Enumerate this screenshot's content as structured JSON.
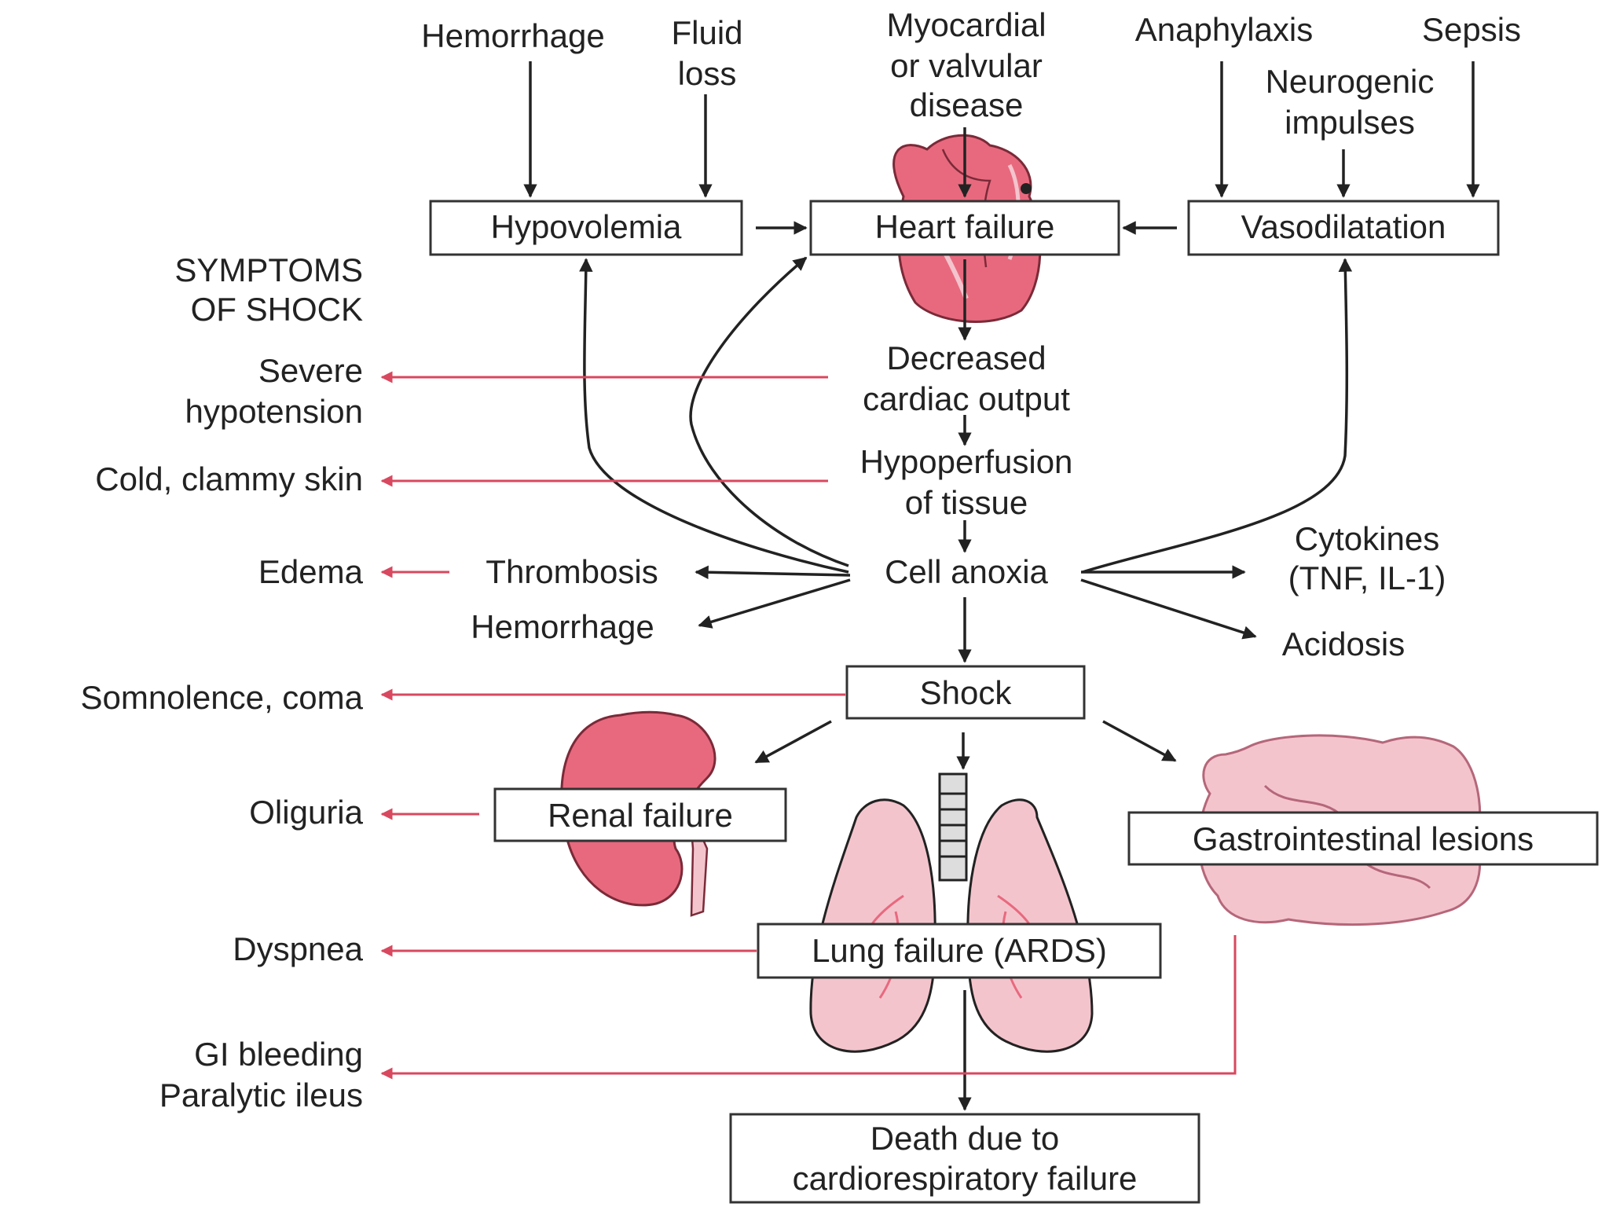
{
  "causes": {
    "hemorrhage": "Hemorrhage",
    "fluid_loss": [
      "Fluid",
      "loss"
    ],
    "myocardial": [
      "Myocardial",
      "or valvular",
      "disease"
    ],
    "anaphylaxis": "Anaphylaxis",
    "neurogenic": [
      "Neurogenic",
      "impulses"
    ],
    "sepsis": "Sepsis"
  },
  "boxes": {
    "hypovolemia": "Hypovolemia",
    "heart_failure": "Heart failure",
    "vasodilatation": "Vasodilatation",
    "shock": "Shock",
    "renal_failure": "Renal failure",
    "gi_lesions": "Gastrointestinal lesions",
    "lung_failure": "Lung failure (ARDS)",
    "death": [
      "Death due to",
      "cardiorespiratory failure"
    ]
  },
  "process": {
    "decreased_output": [
      "Decreased",
      "cardiac output"
    ],
    "hypoperfusion": [
      "Hypoperfusion",
      "of tissue"
    ],
    "cell_anoxia": "Cell anoxia",
    "thrombosis": "Thrombosis",
    "hemorrhage2": "Hemorrhage",
    "cytokines": [
      "Cytokines",
      "(TNF, IL-1)"
    ],
    "acidosis": "Acidosis"
  },
  "symptoms": {
    "heading": [
      "SYMPTOMS",
      "OF SHOCK"
    ],
    "hypotension": [
      "Severe",
      "hypotension"
    ],
    "skin": "Cold, clammy skin",
    "edema": "Edema",
    "somnolence": "Somnolence, coma",
    "oliguria": "Oliguria",
    "dyspnea": "Dyspnea",
    "gi": [
      "GI bleeding",
      "Paralytic ileus"
    ]
  },
  "colors": {
    "symptom_line": "#d8485f",
    "organ_fill": "#e8697e",
    "organ_light": "#f4c4cd",
    "text": "#222222"
  },
  "icons": [
    "heart-icon",
    "kidney-icon",
    "lungs-icon",
    "intestine-icon"
  ]
}
